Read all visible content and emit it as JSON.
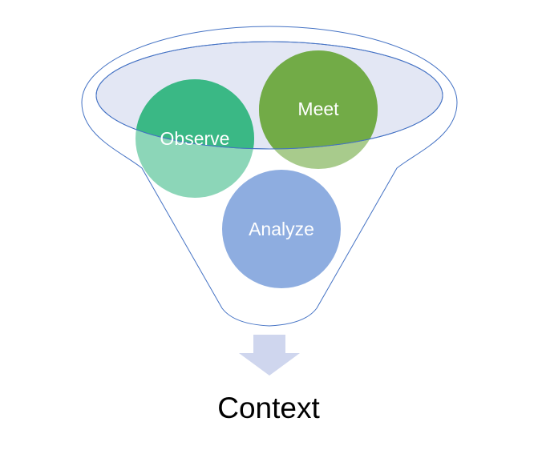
{
  "diagram": {
    "items": [
      {
        "label": "Observe",
        "color": "#2EB57D"
      },
      {
        "label": "Meet",
        "color": "#6EA840"
      },
      {
        "label": "Analyze",
        "color": "#8EADE0"
      }
    ],
    "result": "Context",
    "funnel_stroke": "#4472C4",
    "funnel_fill": "#E3E7F4",
    "arrow_color": "#CFD6EE"
  }
}
